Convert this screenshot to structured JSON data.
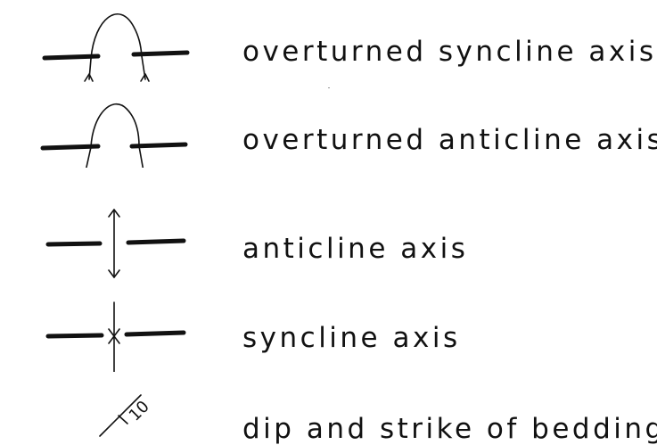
{
  "legend": {
    "items": [
      {
        "symbol": "overturned-syncline-symbol",
        "label": "overturned syncline axis"
      },
      {
        "symbol": "overturned-anticline-symbol",
        "label": "overturned anticline axis"
      },
      {
        "symbol": "anticline-symbol",
        "label": "anticline axis"
      },
      {
        "symbol": "syncline-symbol",
        "label": "syncline axis"
      },
      {
        "symbol": "dip-strike-symbol",
        "label": "dip and strike of bedding",
        "dip_value": "10"
      }
    ]
  },
  "colors": {
    "ink": "#111111",
    "background": "#ffffff"
  }
}
